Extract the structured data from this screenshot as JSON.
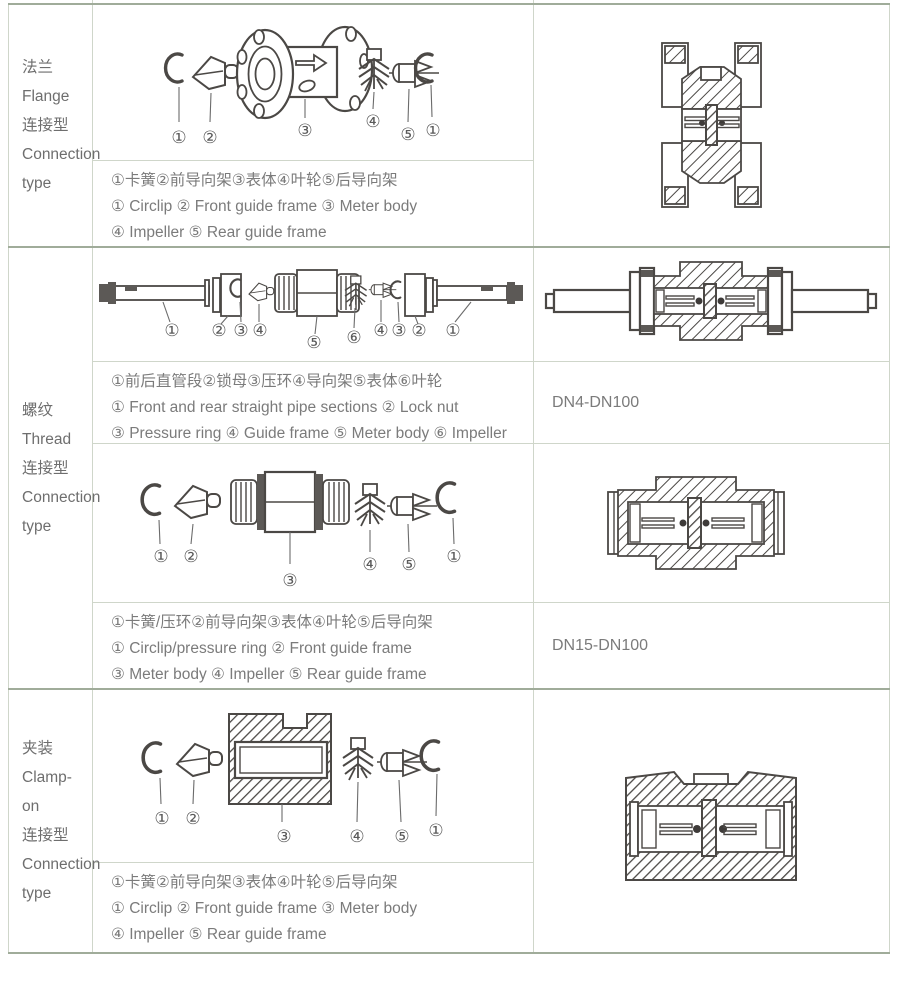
{
  "colors": {
    "border_light": "#cfd6ca",
    "border_dark": "#a0ac9a",
    "header_text": "#6e6e6e",
    "body_text": "#7b7b7b",
    "line_art": "#4b4845"
  },
  "sections": {
    "flange": {
      "header_lines": [
        "法兰",
        "Flange",
        "连接型",
        "Connection",
        "type"
      ],
      "desc_lines": [
        "①卡簧②前导向架③表体④叶轮⑤后导向架",
        "① Circlip ② Front guide frame ③ Meter body",
        "④ Impeller ⑤ Rear guide frame"
      ]
    },
    "thread": {
      "header_lines": [
        "螺纹",
        "Thread",
        "连接型",
        "Connection",
        "type"
      ],
      "sub1": {
        "desc_lines": [
          "①前后直管段②锁母③压环④导向架⑤表体⑥叶轮",
          "① Front and rear straight pipe sections ② Lock nut",
          "③ Pressure ring ④ Guide frame ⑤ Meter body ⑥ Impeller"
        ],
        "dn_range": "DN4-DN100"
      },
      "sub2": {
        "desc_lines": [
          "①卡簧/压环②前导向架③表体④叶轮⑤后导向架",
          "① Circlip/pressure ring ② Front guide frame",
          "③ Meter body ④ Impeller ⑤ Rear guide frame"
        ],
        "dn_range": "DN15-DN100"
      }
    },
    "clamp": {
      "header_lines": [
        "夹装",
        "Clamp-",
        "on",
        "连接型",
        "Connection",
        "type"
      ],
      "desc_lines": [
        "①卡簧②前导向架③表体④叶轮⑤后导向架",
        "① Circlip ② Front guide frame ③ Meter body",
        "④ Impeller ⑤ Rear guide frame"
      ]
    }
  },
  "labels": {
    "flange": [
      "①",
      "②",
      "③",
      "④",
      "⑤",
      "①"
    ],
    "thread_pipe": [
      "①",
      "②",
      "③",
      "④",
      "⑤",
      "⑥",
      "④",
      "③",
      "②",
      "①"
    ],
    "thread": [
      "①",
      "②",
      "③",
      "④",
      "⑤",
      "①"
    ],
    "clamp": [
      "①",
      "②",
      "③",
      "④",
      "⑤",
      "①"
    ]
  }
}
